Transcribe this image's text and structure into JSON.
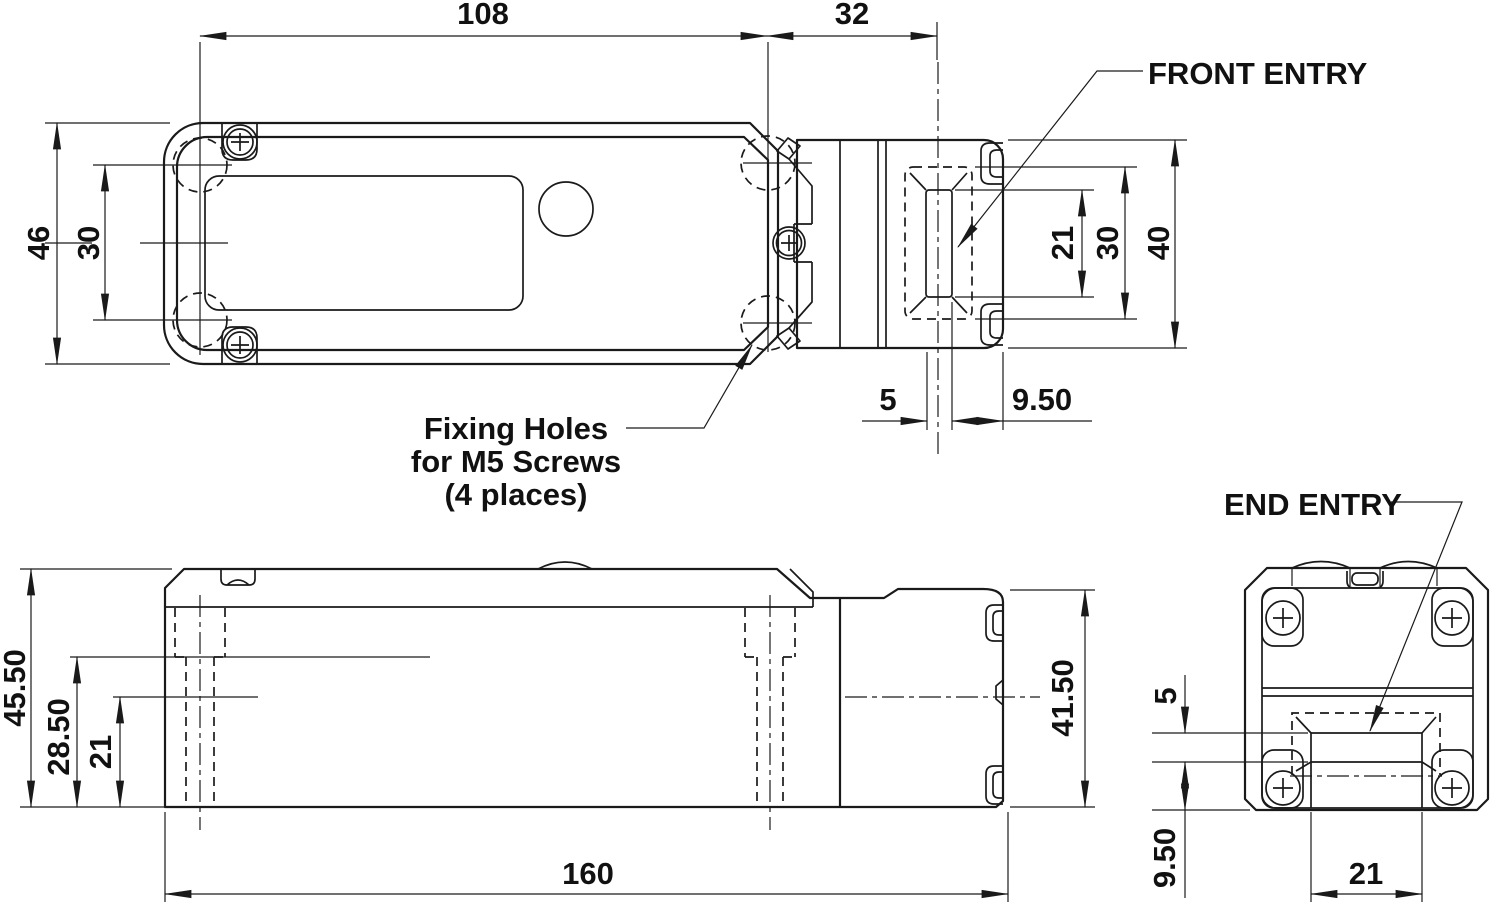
{
  "labels": {
    "front_entry": "FRONT ENTRY",
    "end_entry": "END ENTRY",
    "fixing_holes": [
      "Fixing Holes",
      "for M5 Screws",
      "(4 places)"
    ]
  },
  "top_view": {
    "length": "108",
    "head_length": "32",
    "width": "46",
    "hole_spacing": "30",
    "slot_inner": "21",
    "slot_outer": "30",
    "head_width": "40",
    "lip": "5",
    "slot_offset": "9.50"
  },
  "side_view": {
    "height": "45.50",
    "counterbore_depth": "28.50",
    "entry_center": "21",
    "head_height": "41.50",
    "length": "160"
  },
  "end_view": {
    "slot_height": "5",
    "bottom_offset": "9.50",
    "slot_width": "21"
  },
  "colors": {
    "line": "#1a1a1a",
    "background": "#ffffff"
  }
}
